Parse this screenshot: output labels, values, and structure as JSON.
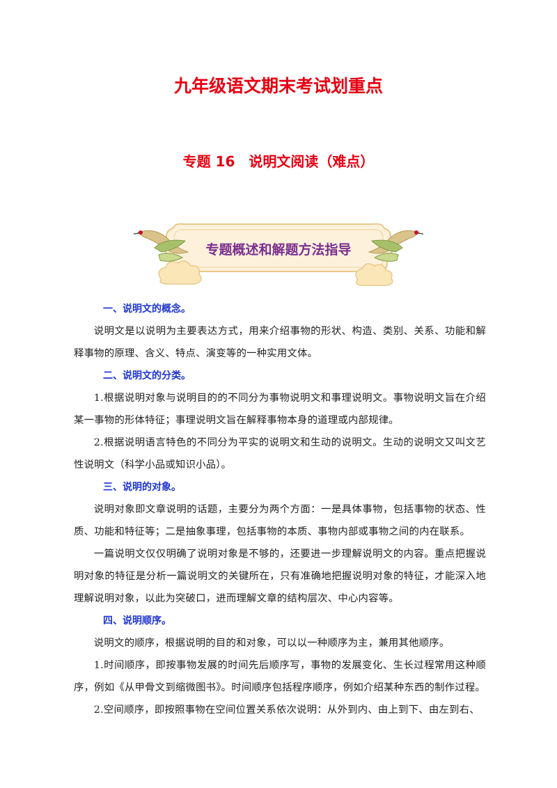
{
  "colors": {
    "title_red": "#e60012",
    "heading_blue": "#1f35d1",
    "banner_text_purple": "#7a2e8e",
    "banner_bg": "#fdf1dc",
    "banner_border": "#e8c98a",
    "body_text": "#222222"
  },
  "document": {
    "title": "九年级语文期末考试划重点",
    "subtitle": "专题 16　说明文阅读（难点）",
    "banner": {
      "text": "专题概述和解题方法指导",
      "icons": [
        "crane-left-icon",
        "crane-right-icon",
        "cloud-icon"
      ]
    },
    "sections": [
      {
        "heading": "一、说明文的概念。",
        "paragraphs": [
          "说明文是以说明为主要表达方式，用来介绍事物的形状、构造、类别、关系、功能和解释事物的原理、含义、特点、演变等的一种实用文体。"
        ]
      },
      {
        "heading": "二、说明文的分类。",
        "paragraphs": [
          "1.根据说明对象与说明目的的不同分为事物说明文和事理说明文。事物说明文旨在介绍某一事物的形体特征；事理说明文旨在解释事物本身的道理或内部规律。",
          "2.根据说明语言特色的不同分为平实的说明文和生动的说明文。生动的说明文又叫文艺性说明文（科学小品或知识小品）。"
        ]
      },
      {
        "heading": "三、说明的对象。",
        "paragraphs": [
          "说明对象即文章说明的话题，主要分为两个方面：一是具体事物，包括事物的状态、性质、功能和特征等；二是抽象事理，包括事物的本质、事物内部或事物之间的内在联系。",
          "一篇说明文仅仅明确了说明对象是不够的，还要进一步理解说明文的内容。重点把握说明对象的特征是分析一篇说明文的关键所在，只有准确地把握说明对象的特征，才能深入地理解说明对象，以此为突破口，进而理解文章的结构层次、中心内容等。"
        ]
      },
      {
        "heading": "四、说明顺序。",
        "paragraphs": [
          "说明文的顺序，根据说明的目的和对象，可以以一种顺序为主，兼用其他顺序。",
          "1.时间顺序，即按事物发展的时间先后顺序写，事物的发展变化、生长过程常用这种顺序，例如《从甲骨文到缩微图书》。时间顺序包括程序顺序，例如介绍某种东西的制作过程。",
          "2.空间顺序，即按照事物在空间位置关系依次说明：从外到内、由上到下、由左到右、"
        ]
      }
    ]
  }
}
